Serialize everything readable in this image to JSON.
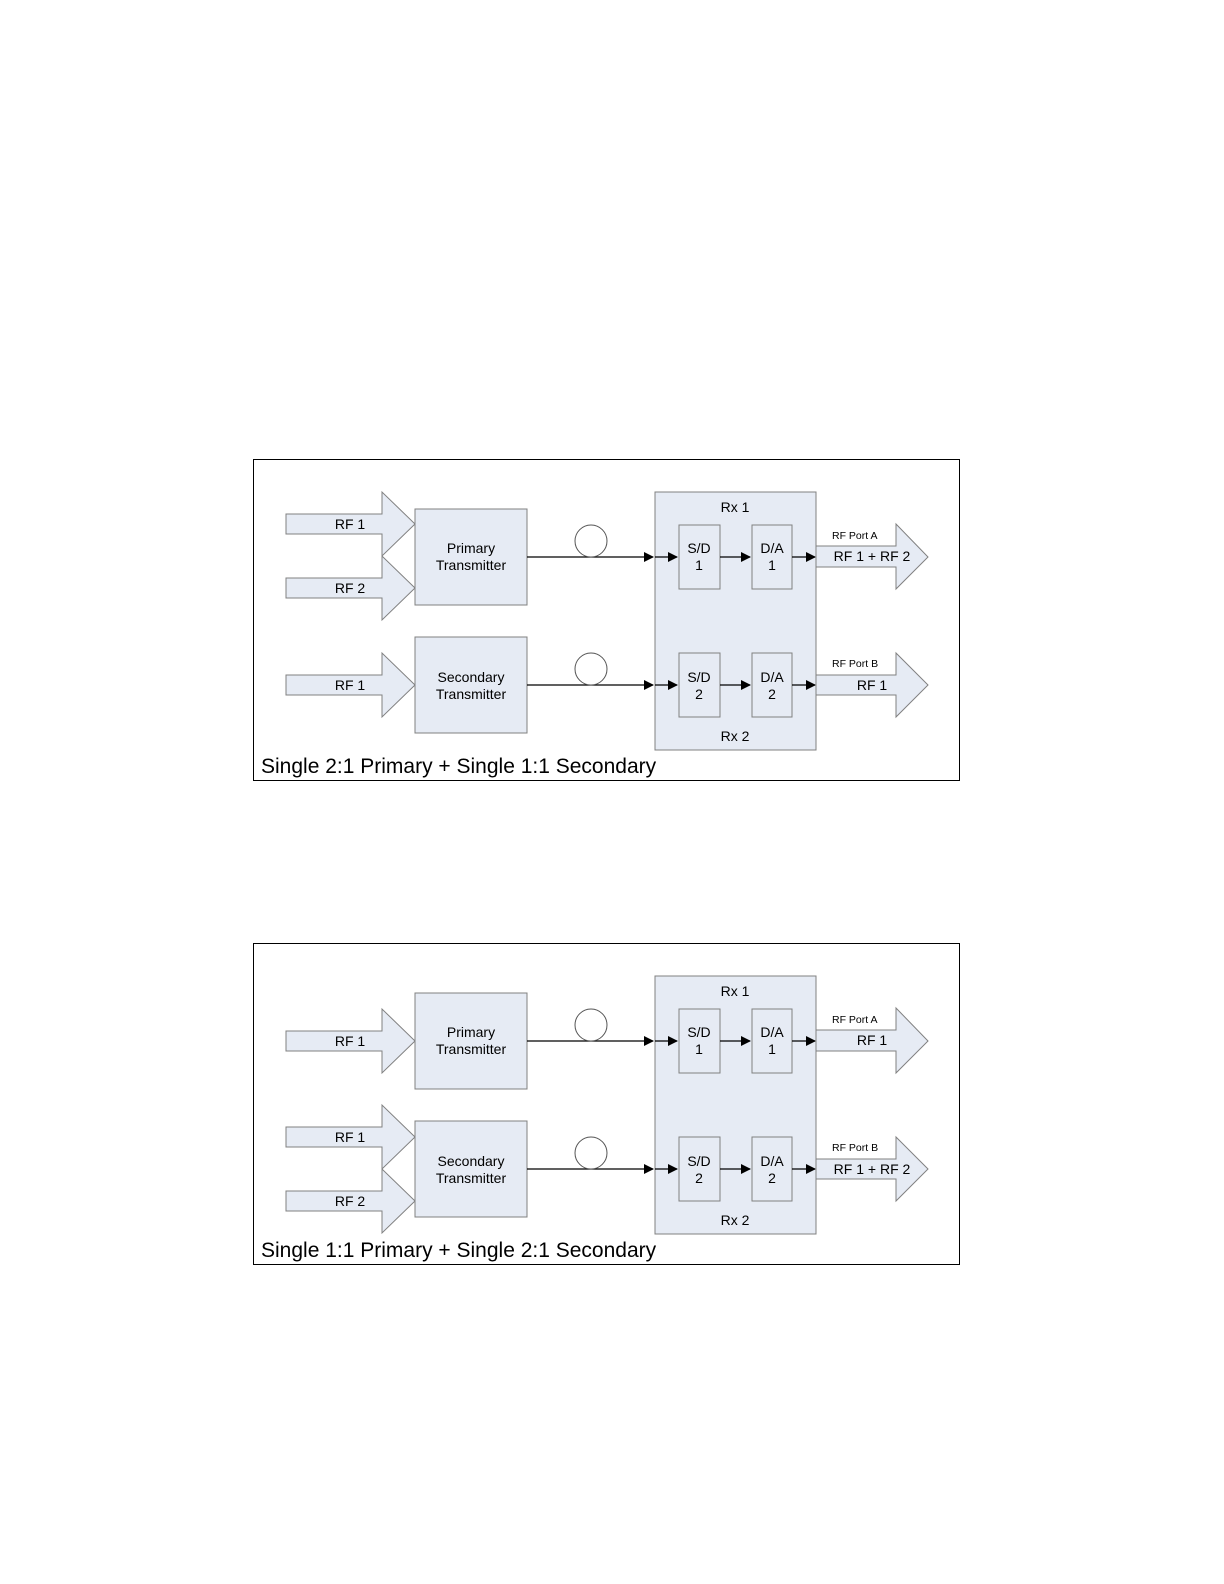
{
  "diagrams": [
    {
      "caption": "Single 2:1 Primary + Single 1:1 Secondary",
      "primary": {
        "label_line1": "Primary",
        "label_line2": "Transmitter",
        "inputs": [
          "RF 1",
          "RF 2"
        ]
      },
      "secondary": {
        "label_line1": "Secondary",
        "label_line2": "Transmitter",
        "inputs": [
          "RF 1"
        ]
      },
      "receiver": {
        "top_label": "Rx 1",
        "bottom_label": "Rx 2",
        "sd1": [
          "S/D",
          "1"
        ],
        "da1": [
          "D/A",
          "1"
        ],
        "sd2": [
          "S/D",
          "2"
        ],
        "da2": [
          "D/A",
          "2"
        ]
      },
      "port_a": {
        "name": "RF Port A",
        "output": "RF 1 + RF 2"
      },
      "port_b": {
        "name": "RF Port B",
        "output": "RF 1"
      }
    },
    {
      "caption": "Single 1:1 Primary + Single 2:1 Secondary",
      "primary": {
        "label_line1": "Primary",
        "label_line2": "Transmitter",
        "inputs": [
          "RF 1"
        ]
      },
      "secondary": {
        "label_line1": "Secondary",
        "label_line2": "Transmitter",
        "inputs": [
          "RF 1",
          "RF 2"
        ]
      },
      "receiver": {
        "top_label": "Rx 1",
        "bottom_label": "Rx 2",
        "sd1": [
          "S/D",
          "1"
        ],
        "da1": [
          "D/A",
          "1"
        ],
        "sd2": [
          "S/D",
          "2"
        ],
        "da2": [
          "D/A",
          "2"
        ]
      },
      "port_a": {
        "name": "RF Port A",
        "output": "RF 1"
      },
      "port_b": {
        "name": "RF Port B",
        "output": "RF 1 + RF 2"
      }
    }
  ],
  "colors": {
    "box_fill": "#e6ebf4",
    "box_stroke": "#808080",
    "line": "#000000"
  }
}
